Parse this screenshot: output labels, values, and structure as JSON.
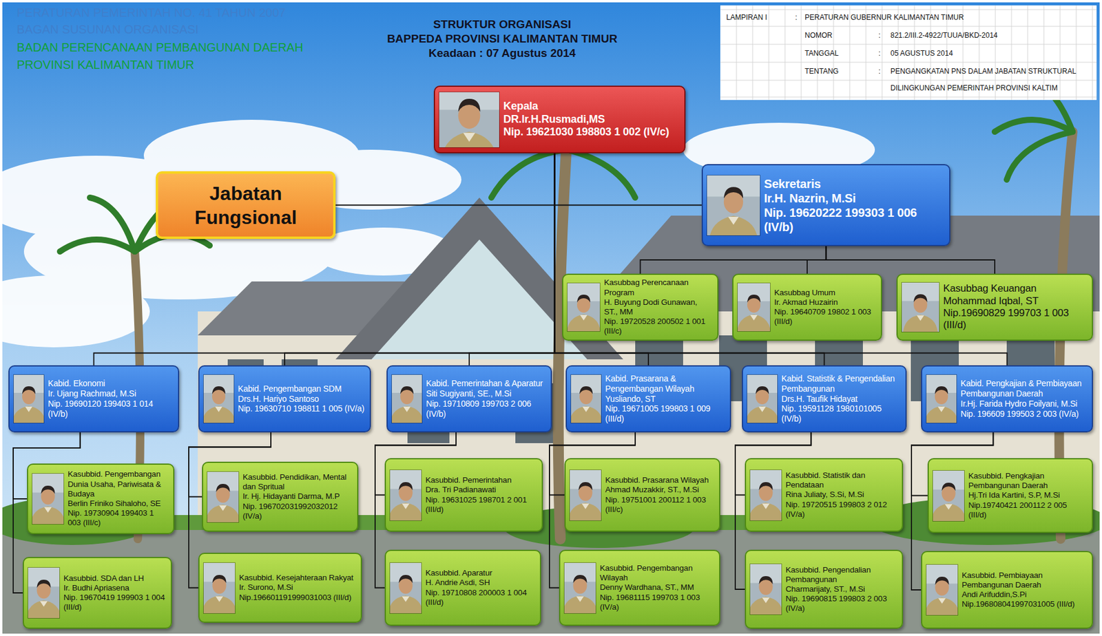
{
  "diagram": {
    "title": "STRUKTUR ORGANISASI",
    "nodes": [
      {
        "text": [
          "Kepala",
          "DR.Ir.H.Rusmadi,MS",
          "Nip. 19621030 198803 1 002 (IV/c)"
        ]
      },
      {
        "text": [
          "Jabatan Fungsional"
        ]
      },
      {
        "text": [
          "Sekretaris",
          "Ir.H. Nazrin, M.Si",
          "Nip. 19620222 199303 1 006 (IV/b)"
        ]
      },
      {
        "text": [
          "Kasubbag Perencanaan Program",
          "H. Buyung Dodi Gunawan, ST., MM",
          "Nip. 19720528 200502 1 001 (III/c)"
        ]
      },
      {
        "text": [
          "Kasubbag Umum",
          "Ir. Akmad Huzairin",
          "Nip. 19640709 19802 1 003 (III/d)"
        ]
      },
      {
        "text": [
          "Kasubbag Keuangan",
          "Mohammad Iqbal, ST",
          "Nip.19690829 199703 1 003 (III/d)"
        ]
      },
      {
        "text": [
          "Kabid. Ekonomi",
          "Ir. Ujang Rachmad, M.Si",
          "Nip. 19690120 199403 1 014 (IV/b)"
        ]
      },
      {
        "text": [
          "Kabid. Pengembangan SDM",
          "Drs.H. Hariyo Santoso",
          "Nip. 19630710 198811 1 005 (IV/a)"
        ]
      },
      {
        "text": [
          "Kabid. Pemerintahan & Aparatur",
          "Siti Sugiyanti, SE., M.Si",
          "Nip. 19710809 199703 2 006 (IV/b)"
        ]
      },
      {
        "text": [
          "Kabid. Prasarana & Pengembangan Wilayah",
          "Yusliando, ST",
          "Nip. 19671005 199803 1 009 (III/d)"
        ]
      },
      {
        "text": [
          "Kabid. Statistik & Pengendalian Pembangunan",
          "Drs.H. Taufik Hidayat",
          "Nip. 19591128 1980101005 (IV/b)"
        ]
      },
      {
        "text": [
          "Kabid. Pengkajian & Pembiayaan Pembangunan Daerah",
          "Ir.Hj. Farida Hydro Foilyani, M.Si",
          "Nip. 196609 199503 2 003 (IV/a)"
        ]
      },
      {
        "text": [
          "Kasubbid. Pengembangan Dunia Usaha, Pariwisata & Budaya",
          "Berlin Friniko Sihaloho, SE",
          "Nip. 19730904 199403 1 003 (III/c)"
        ]
      },
      {
        "text": [
          "Kasubbid. Pendidikan, Mental dan Spritual",
          "Ir. Hj. Hidayanti Darma, M.P",
          "Nip. 196702031992032012 (IV/a)"
        ]
      },
      {
        "text": [
          "Kasubbid. Pemerintahan",
          "Dra. Tri Padianawati",
          "Nip. 19631025 198701 2 001 (III/d)"
        ]
      },
      {
        "text": [
          "Kasubbid. Prasarana Wilayah",
          "Ahmad Muzakkir, ST., M.Si",
          "Nip. 19751001 200112 1 003 (III/c)"
        ]
      },
      {
        "text": [
          "Kasubbid. Statistik dan Pendataan",
          "Rina Juliaty, S.Si, M.Si",
          "Nip. 19720515 199803 2 012 (IV/a)"
        ]
      },
      {
        "text": [
          "Kasubbid. Pengkajian Pembangunan Daerah",
          "Hj.Tri Ida Kartini, S.P, M.Si",
          "Nip.19740421 200112 2 005 (III/d)"
        ]
      },
      {
        "text": [
          "Kasubbid. SDA dan LH",
          "Ir. Budhi Apriasena",
          "Nip. 19670419 199903 1 004 (III/d)"
        ]
      },
      {
        "text": [
          "Kasubbid. Kesejahteraan Rakyat",
          "Ir. Surono, M.Si",
          "Nip.196601191999031003 (III/d)"
        ]
      },
      {
        "text": [
          "Kasubbid. Aparatur",
          "H. Andrie Asdi, SH",
          "Nip. 19710808 200003 1 004 (III/d)"
        ]
      },
      {
        "text": [
          "Kasubbid. Pengembangan Wilayah",
          "Denny Wardhana, ST., MM",
          "Nip. 19681115 199703 1 003 (IV/a)"
        ]
      },
      {
        "text": [
          "Kasubbid. Pengendalian Pembangunan",
          "Charmarijaty, ST., M.Si",
          "Nip. 19690815 199803 2 003 (IV/a)"
        ]
      },
      {
        "text": [
          "Kasubbid. Pembiayaan Pembangunan Daerah",
          "Andi Arifuddin,S.Pi",
          "Nip.196808041997031005 (III/d)"
        ]
      }
    ],
    "edges": [
      {
        "from": 0,
        "to": 1,
        "arrow": "none"
      },
      {
        "from": 0,
        "to": 2,
        "arrow": "none"
      },
      {
        "from": 2,
        "to": 3,
        "arrow": "none"
      },
      {
        "from": 2,
        "to": 4,
        "arrow": "none"
      },
      {
        "from": 2,
        "to": 5,
        "arrow": "none"
      },
      {
        "from": 0,
        "to": 6,
        "arrow": "none"
      },
      {
        "from": 0,
        "to": 7,
        "arrow": "none"
      },
      {
        "from": 0,
        "to": 8,
        "arrow": "none"
      },
      {
        "from": 0,
        "to": 9,
        "arrow": "none"
      },
      {
        "from": 0,
        "to": 10,
        "arrow": "none"
      },
      {
        "from": 0,
        "to": 11,
        "arrow": "none"
      },
      {
        "from": 6,
        "to": 12,
        "arrow": "none"
      },
      {
        "from": 6,
        "to": 18,
        "arrow": "none"
      },
      {
        "from": 7,
        "to": 13,
        "arrow": "none"
      },
      {
        "from": 7,
        "to": 19,
        "arrow": "none"
      },
      {
        "from": 8,
        "to": 14,
        "arrow": "none"
      },
      {
        "from": 8,
        "to": 20,
        "arrow": "none"
      },
      {
        "from": 9,
        "to": 15,
        "arrow": "none"
      },
      {
        "from": 9,
        "to": 21,
        "arrow": "none"
      },
      {
        "from": 10,
        "to": 16,
        "arrow": "none"
      },
      {
        "from": 10,
        "to": 22,
        "arrow": "none"
      },
      {
        "from": 11,
        "to": 17,
        "arrow": "none"
      },
      {
        "from": 11,
        "to": 23,
        "arrow": "none"
      }
    ],
    "labels": [
      "PERATURAN PEMERINTAH NO. 41 TAHUN 2007",
      "BAGAN SUSUNAN ORGANISASI",
      "BADAN PERENCANAAN PEMBANGUNAN DAERAH",
      "PROVINSI KALIMANTAN TIMUR",
      "BAPPEDA PROVINSI KALIMANTAN TIMUR",
      "Keadaan : 07 Agustus 2014",
      "LAMPIRAN I",
      ":",
      "PERATURAN GUBERNUR KALIMANTAN TIMUR",
      "NOMOR",
      ":",
      "821.2/III.2-4922/TUUA/BKD-2014",
      "TANGGAL",
      ":",
      "05 AGUSTUS 2014",
      "TENTANG",
      ":",
      "PENGANGKATAN PNS DALAM JABATAN STRUKTURAL",
      "DILINGKUNGAN PEMERINTAH PROVINSI KALTIM"
    ]
  }
}
